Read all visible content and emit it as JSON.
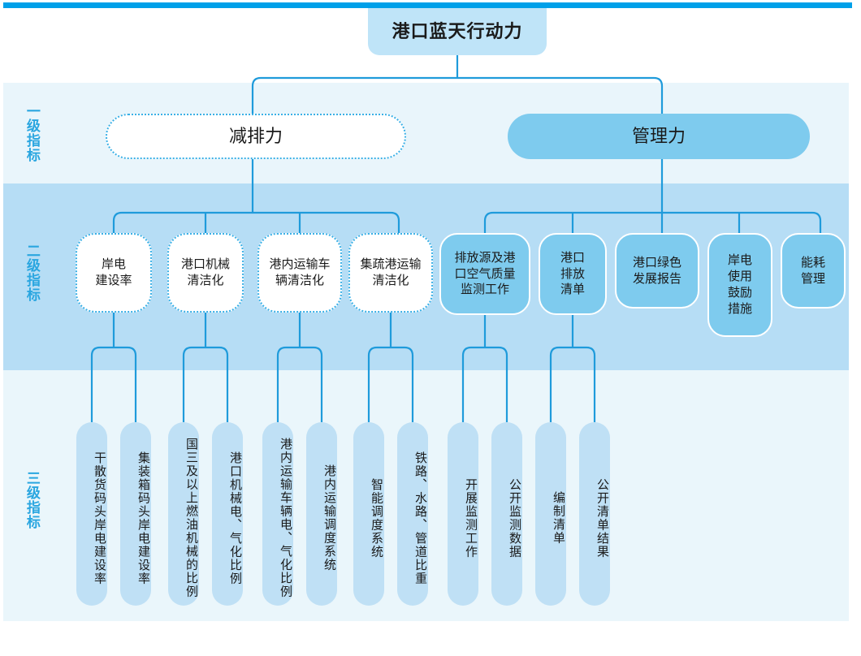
{
  "theme": {
    "accent_bar": "#00a0e9",
    "band_level1": "#e9f5fb",
    "band_level2": "#b6ddf5",
    "band_level3": "#eaf6fb",
    "node_fill_light": "#bfe4f8",
    "node_fill_medium": "#7ecbee",
    "node_fill_pill": "#bfe0f5",
    "connector": "#1f9bdb",
    "tier_label_color": "#2aa6e0"
  },
  "tiers": [
    {
      "label": "一级指标"
    },
    {
      "label": "二级指标"
    },
    {
      "label": "三级指标"
    }
  ],
  "root": {
    "label": "港口蓝天行动力"
  },
  "level1": [
    {
      "label": "减排力",
      "style": "dotted"
    },
    {
      "label": "管理力",
      "style": "solid"
    }
  ],
  "level2": [
    {
      "label": "岸电\n建设率",
      "style": "dotted"
    },
    {
      "label": "港口机械\n清洁化",
      "style": "dotted"
    },
    {
      "label": "港内运输车\n辆清洁化",
      "style": "dotted"
    },
    {
      "label": "集疏港运输\n清洁化",
      "style": "dotted"
    },
    {
      "label": "排放源及港\n口空气质量\n监测工作",
      "style": "solid"
    },
    {
      "label": "港口\n排放\n清单",
      "style": "solid"
    },
    {
      "label": "港口绿色\n发展报告",
      "style": "solid"
    },
    {
      "label": "岸电\n使用\n鼓励\n措施",
      "style": "solid"
    },
    {
      "label": "能耗\n管理",
      "style": "solid"
    }
  ],
  "level3": [
    {
      "label": "干散货码头岸电建设率"
    },
    {
      "label": "集装箱码头岸电建设率"
    },
    {
      "label": "国三及以上燃油机械的比例"
    },
    {
      "label": "港口机械电、气化比例"
    },
    {
      "label": "港内运输车辆电、气化比例"
    },
    {
      "label": "港内运输调度系统"
    },
    {
      "label": "智能调度系统"
    },
    {
      "label": "铁路、水路、管道比重"
    },
    {
      "label": "开展监测工作"
    },
    {
      "label": "公开监测数据"
    },
    {
      "label": "编制清单"
    },
    {
      "label": "公开清单结果"
    }
  ]
}
